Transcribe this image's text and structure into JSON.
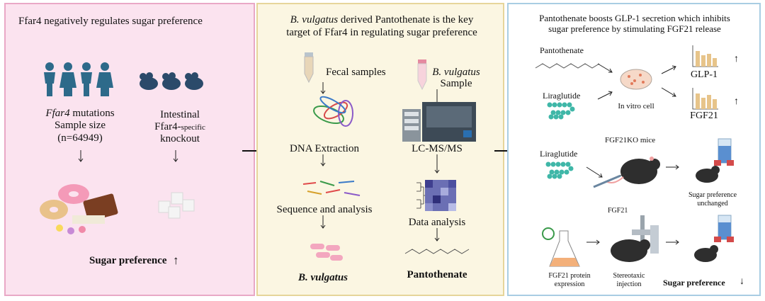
{
  "panel1": {
    "title": "Ffar4 negatively regulates sugar preference",
    "mutation_label": "Ffar4",
    "mutation_suffix": " mutations",
    "sample_size": "Sample size",
    "sample_n": "(n=64949)",
    "knockout_line1": "Intestinal",
    "knockout_line2a": "Ffar4-",
    "knockout_line2b": "specific",
    "knockout_line3": "knockout",
    "outcome": "Sugar preference",
    "outcome_arrow": "↑"
  },
  "panel2": {
    "title_italic": "B. vulgatus",
    "title_rest": " derived Pantothenate is the key",
    "title_line2": "target of Ffar4 in regulating sugar preference",
    "fecal": "Fecal samples",
    "bv_italic": "B. vulgatus",
    "bv_sample": "Sample",
    "dna": "DNA Extraction",
    "lcms": "LC-MS/MS",
    "sequence": "Sequence and analysis",
    "data_analysis": "Data analysis",
    "result_left": "B. vulgatus",
    "result_right": "Pantothenate"
  },
  "panel3": {
    "title_line1": "Pantothenate boosts GLP-1 secretion which inhibits",
    "title_line2": "sugar preference by stimulating FGF21 release",
    "pantothenate": "Pantothenate",
    "liraglutide": "Liraglutide",
    "invitro": "In vitro cell",
    "glp1": "GLP-1",
    "fgf21": "FGF21",
    "up_arrow": "↑",
    "ko_liraglutide": "Liraglutide",
    "ko_mice": "FGF21KO mice",
    "pref_unchanged_1": "Sugar preference",
    "pref_unchanged_2": "unchanged",
    "fgf21_top": "FGF21",
    "protein_1": "FGF21 protein",
    "protein_2": "expression",
    "stereo_1": "Stereotaxic",
    "stereo_2": "injection",
    "final": "Sugar preference",
    "down_arrow": "↓"
  },
  "colors": {
    "pink_panel": "#fbe3ef",
    "yellow_panel": "#fbf6e2",
    "blue_border": "#a9cde3",
    "person": "#2d6a8a",
    "mouse": "#2b4a6a"
  }
}
